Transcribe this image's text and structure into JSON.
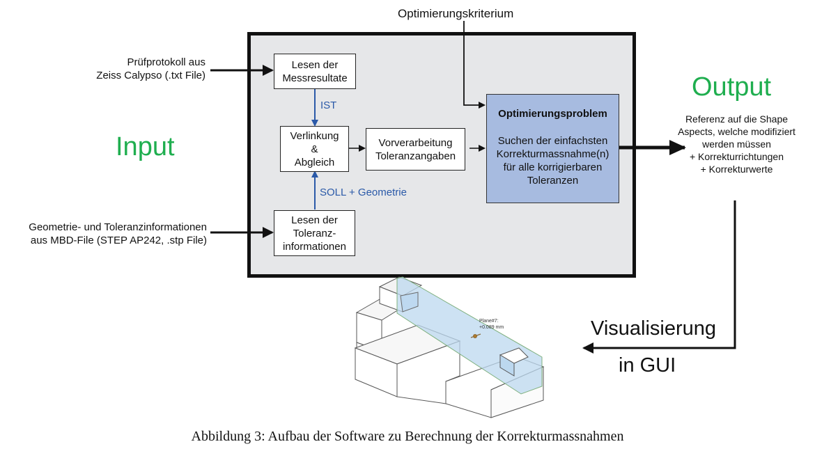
{
  "inputs": {
    "top_line1": "Prüfprotokoll aus",
    "top_line2": "Zeiss Calypso (.txt File)",
    "bottom_line1": "Geometrie- und Toleranzinformationen",
    "bottom_line2": "aus MBD-File (STEP AP242, .stp File)"
  },
  "criterion": "Optimierungskriterium",
  "input_label": "Input",
  "output_label": "Output",
  "boxes": {
    "read_results": [
      "Lesen der",
      "Messresultate"
    ],
    "link": [
      "Verlinkung",
      "&",
      "Abgleich"
    ],
    "preprocess": [
      "Vorverarbeitung",
      "Toleranzangaben"
    ],
    "read_tolerances": [
      "Lesen der",
      "Toleranz-",
      "informationen"
    ],
    "optimization_title": "Optimierungsproblem",
    "optimization_body": [
      "Suchen der einfachsten",
      "Korrekturmassnahme(n)",
      "für alle korrigierbaren",
      "Toleranzen"
    ]
  },
  "arrow_labels": {
    "ist": "IST",
    "soll": "SOLL + Geometrie"
  },
  "output_text": [
    "Referenz auf die Shape",
    "Aspects, welche modifiziert",
    "werden müssen",
    "+ Korrekturrichtungen",
    "+ Korrekturwerte"
  ],
  "visualization": {
    "line1": "Visualisierung",
    "line2": "in GUI"
  },
  "cad": {
    "plane_label": "Plane#7:",
    "plane_value": "+0.089 mm"
  },
  "caption": "Abbildung 3: Aufbau der Software zu Berechnung der Korrekturmassnahmen"
}
